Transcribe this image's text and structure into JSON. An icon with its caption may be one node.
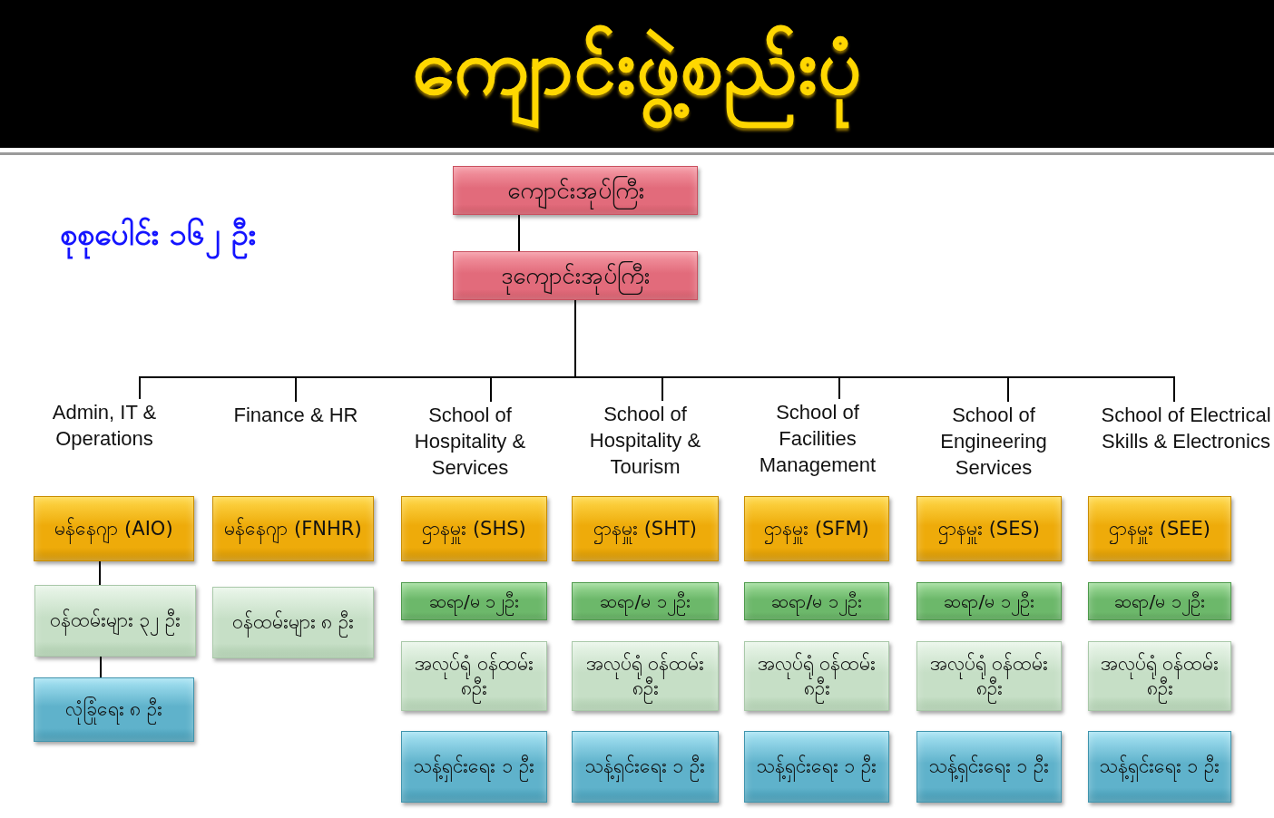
{
  "diagram": {
    "title": "ကျောင်းဖွဲ့စည်းပုံ",
    "nodes": [
      {
        "text": [
          "ကျောင်းအုပ်ကြီး"
        ]
      },
      {
        "text": [
          "ဒုကျောင်းအုပ်ကြီး"
        ]
      },
      {
        "text": [
          "Admin, IT & Operations"
        ]
      },
      {
        "text": [
          "Finance & HR"
        ]
      },
      {
        "text": [
          "School of Hospitality & Services"
        ]
      },
      {
        "text": [
          "School of Hospitality & Tourism"
        ]
      },
      {
        "text": [
          "School of Facilities Management"
        ]
      },
      {
        "text": [
          "School of Engineering Services"
        ]
      },
      {
        "text": [
          "School of Electrical Skills & Electronics"
        ]
      },
      {
        "text": [
          "မန်နေဂျာ (AIO)"
        ]
      },
      {
        "text": [
          "မန်နေဂျာ (FNHR)"
        ]
      },
      {
        "text": [
          "ဌာနမှူး (SHS)"
        ]
      },
      {
        "text": [
          "ဌာနမှူး (SHT)"
        ]
      },
      {
        "text": [
          "ဌာနမှူး (SFM)"
        ]
      },
      {
        "text": [
          "ဌာနမှူး (SES)"
        ]
      },
      {
        "text": [
          "ဌာနမှူး (SEE)"
        ]
      },
      {
        "text": [
          "ဝန်ထမ်းများ ၃၂ ဦး"
        ]
      },
      {
        "text": [
          "ဝန်ထမ်းများ ၈ ဦး"
        ]
      },
      {
        "text": [
          "ဆရာ/မ ၁၂ဦး"
        ]
      },
      {
        "text": [
          "ဆရာ/မ ၁၂ဦး"
        ]
      },
      {
        "text": [
          "ဆရာ/မ ၁၂ဦး"
        ]
      },
      {
        "text": [
          "ဆရာ/မ ၁၂ဦး"
        ]
      },
      {
        "text": [
          "ဆရာ/မ ၁၂ဦး"
        ]
      },
      {
        "text": [
          "လုံခြုံရေး ၈ ဦး"
        ]
      },
      {
        "text": [
          "အလုပ်ရုံ ဝန်ထမ်း ၈ဦး"
        ]
      },
      {
        "text": [
          "အလုပ်ရုံ ဝန်ထမ်း ၈ဦး"
        ]
      },
      {
        "text": [
          "အလုပ်ရုံ ဝန်ထမ်း ၈ဦး"
        ]
      },
      {
        "text": [
          "အလုပ်ရုံ ဝန်ထမ်း ၈ဦး"
        ]
      },
      {
        "text": [
          "အလုပ်ရုံ ဝန်ထမ်း ၈ဦး"
        ]
      },
      {
        "text": [
          "သန့်ရှင်းရေး ၁ ဦး"
        ]
      },
      {
        "text": [
          "သန့်ရှင်းရေး ၁ ဦး"
        ]
      },
      {
        "text": [
          "သန့်ရှင်းရေး ၁ ဦး"
        ]
      },
      {
        "text": [
          "သန့်ရှင်းရေး ၁ ဦး"
        ]
      },
      {
        "text": [
          "သန့်ရှင်းရေး ၁ ဦး"
        ]
      }
    ],
    "edges": [
      {
        "from": 0,
        "to": 1,
        "arrow": "none"
      },
      {
        "from": 1,
        "to": 2,
        "arrow": "none"
      },
      {
        "from": 1,
        "to": 3,
        "arrow": "none"
      },
      {
        "from": 1,
        "to": 4,
        "arrow": "none"
      },
      {
        "from": 1,
        "to": 5,
        "arrow": "none"
      },
      {
        "from": 1,
        "to": 6,
        "arrow": "none"
      },
      {
        "from": 1,
        "to": 7,
        "arrow": "none"
      },
      {
        "from": 1,
        "to": 8,
        "arrow": "none"
      },
      {
        "from": 9,
        "to": 16,
        "arrow": "none"
      },
      {
        "from": 16,
        "to": 23,
        "arrow": "none"
      }
    ],
    "labels": [
      "စုစုပေါင်း ၁၆၂ ဦး"
    ]
  }
}
